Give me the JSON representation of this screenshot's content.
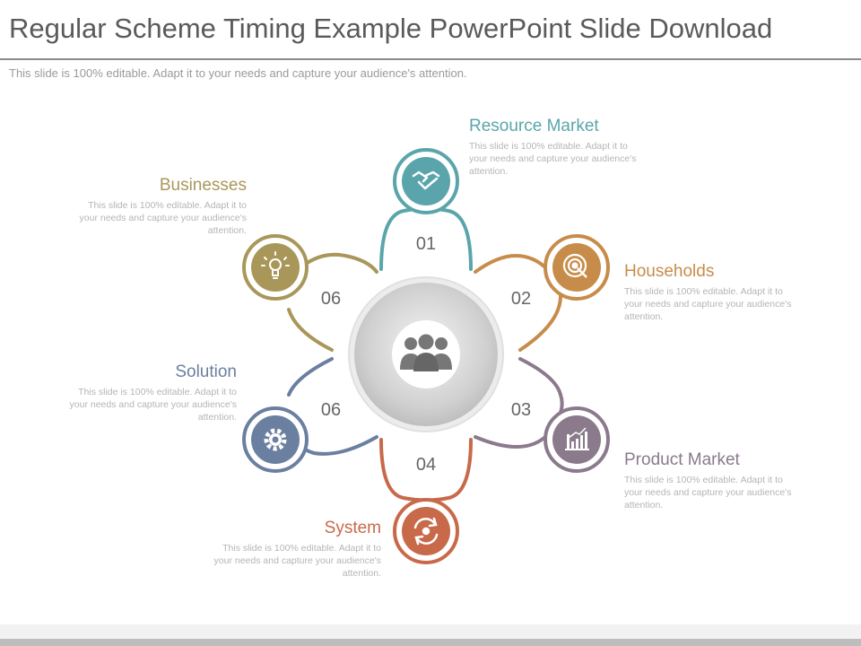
{
  "slide": {
    "title": "Regular Scheme Timing Example PowerPoint Slide Download",
    "subtitle": "This slide is 100% editable. Adapt it to your needs and capture your audience's attention."
  },
  "diagram": {
    "numbers": [
      "01",
      "02",
      "03",
      "04",
      "06",
      "06"
    ],
    "items": [
      {
        "title": "Resource Market",
        "text": "This slide is 100% editable. Adapt it to your needs and capture your audience's attention.",
        "color": "#5aa5ab",
        "icon": "handshake-icon"
      },
      {
        "title": "Households",
        "text": "This slide is 100% editable. Adapt it to your needs and capture your audience's attention.",
        "color": "#c88c4a",
        "icon": "target-icon"
      },
      {
        "title": "Product Market",
        "text": "This slide is 100% editable. Adapt it to your needs and capture your audience's attention.",
        "color": "#8a7a8c",
        "icon": "bar-chart-icon"
      },
      {
        "title": "System",
        "text": "This slide is 100% editable. Adapt it to your needs and capture your audience's attention.",
        "color": "#c8694a",
        "icon": "refresh-icon"
      },
      {
        "title": "Solution",
        "text": "This slide is 100% editable. Adapt it to your needs and capture your audience's attention.",
        "color": "#6b7fa0",
        "icon": "gear-icon"
      },
      {
        "title": "Businesses",
        "text": "This slide is 100% editable. Adapt it to your needs and capture your audience's attention.",
        "color": "#a9975a",
        "icon": "lightbulb-icon"
      }
    ],
    "center_icon": "people-group-icon"
  }
}
